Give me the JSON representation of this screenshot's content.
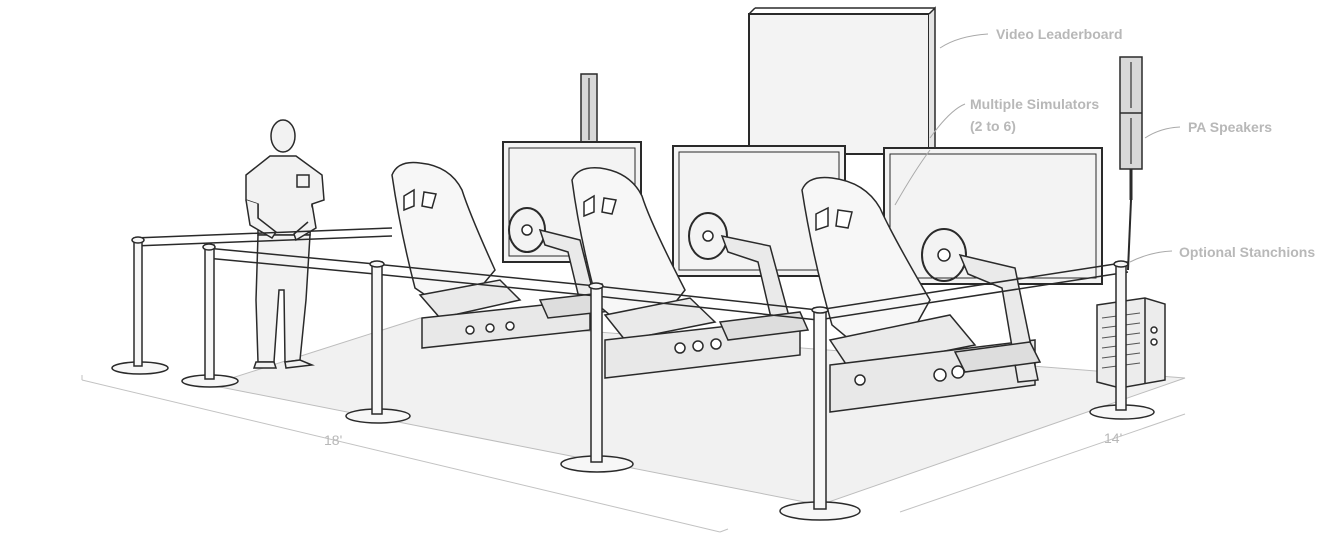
{
  "callouts": {
    "video_leaderboard": "Video Leaderboard",
    "multiple_simulators_line1": "Multiple Simulators",
    "multiple_simulators_line2": "(2 to 6)",
    "pa_speakers": "PA Speakers",
    "optional_stanchions": "Optional Stanchions"
  },
  "dimensions": {
    "length": "18'",
    "width": "14'"
  },
  "colors": {
    "line": "#2a2a2a",
    "floor": "#f1f1f1",
    "screen": "#f3f3f3",
    "label": "#b8b8b8",
    "leader": "#a9a9a9"
  }
}
